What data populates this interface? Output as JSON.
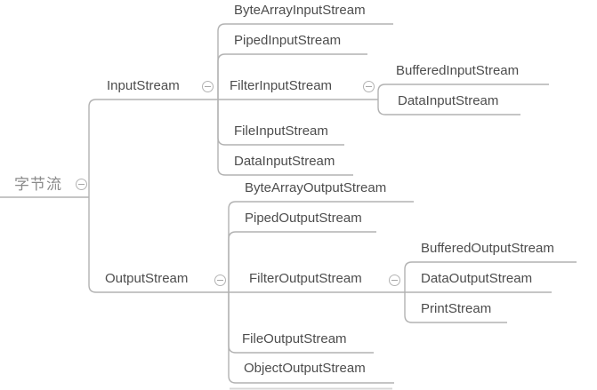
{
  "mindmap": {
    "root": {
      "label": "字节流",
      "collapsible": true
    },
    "branches": [
      {
        "label": "InputStream",
        "collapsible": true,
        "children": [
          {
            "label": "ByteArrayInputStream"
          },
          {
            "label": "PipedInputStream"
          },
          {
            "label": "FilterInputStream",
            "collapsible": true,
            "children": [
              {
                "label": "BufferedInputStream"
              },
              {
                "label": "DataInputStream"
              }
            ]
          },
          {
            "label": "FileInputStream"
          },
          {
            "label": "DataInputStream"
          }
        ]
      },
      {
        "label": "OutputStream",
        "collapsible": true,
        "children": [
          {
            "label": "ByteArrayOutputStream"
          },
          {
            "label": "PipedOutputStream"
          },
          {
            "label": "FilterOutputStream",
            "collapsible": true,
            "children": [
              {
                "label": "BufferedOutputStream"
              },
              {
                "label": "DataOutputStream"
              },
              {
                "label": "PrintStream"
              }
            ]
          },
          {
            "label": "FileOutputStream"
          },
          {
            "label": "ObjectOutputStream"
          }
        ]
      }
    ]
  },
  "icons": {
    "collapse": "minus-circle"
  },
  "colors": {
    "line": "#b2b2b2",
    "text": "#4d4d4d",
    "root_text": "#8a8a8a",
    "icon_border": "#b3b3b3",
    "background": "#ffffff"
  }
}
